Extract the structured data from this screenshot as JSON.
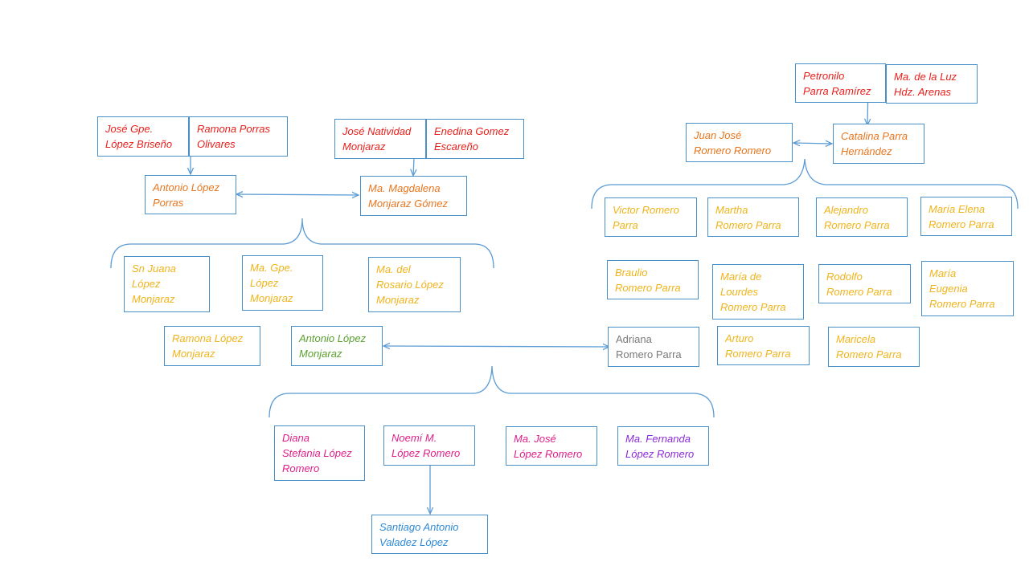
{
  "colors": {
    "line": "#5b9bd5",
    "border": "#4a90c8",
    "red": "#e8201c",
    "orange": "#e8761f",
    "yellow": "#f0b41b",
    "green": "#5aa12e",
    "gray": "#7a7a7a",
    "pink": "#e0208a",
    "purple": "#8b2bd9",
    "blue": "#2f8ad6"
  },
  "people": {
    "jose_gpe": "José Gpe.\nLópez Briseño",
    "ramona_porras": "Ramona Porras\nOlivares",
    "jose_natividad": "José Natividad\nMonjaraz",
    "enedina": "Enedina Gomez\nEscareño",
    "antonio_lopez_porras": "Antonio López\nPorras",
    "magdalena": "Ma.  Magdalena\nMonjaraz Gómez",
    "sn_juana": "Sn Juana\nLópez\nMonjaraz",
    "ma_gpe": "Ma. Gpe.\nLópez\nMonjaraz",
    "ma_rosario": "Ma. del\nRosario López\nMonjaraz",
    "ramona_lopez": "Ramona López\nMonjaraz",
    "antonio_lopez_monjaraz": "Antonio López\nMonjaraz",
    "petronilo": "Petronilo\nParra Ramírez",
    "ma_luz": "Ma. de la Luz\nHdz. Arenas",
    "juan_jose": "Juan José\nRomero Romero",
    "catalina": "Catalina Parra\nHernández",
    "victor": "Victor Romero\nParra",
    "martha": "Martha\nRomero Parra",
    "alejandro": "Alejandro\nRomero Parra",
    "maria_elena": "María Elena\nRomero Parra",
    "braulio": "Braulio\nRomero Parra",
    "maria_lourdes": "María de\nLourdes\nRomero Parra",
    "rodolfo": "Rodolfo\nRomero Parra",
    "maria_eugenia": "María\nEugenia\nRomero Parra",
    "adriana": "Adriana\nRomero Parra",
    "arturo": "Arturo\nRomero Parra",
    "maricela": "Maricela\nRomero Parra",
    "diana": "Diana\nStefania López\nRomero",
    "noemi": "Noemí M.\nLópez Romero",
    "ma_jose": "Ma. José\nLópez Romero",
    "ma_fernanda": "Ma. Fernanda\nLópez Romero",
    "santiago": "Santiago  Antonio\nValadez López"
  }
}
